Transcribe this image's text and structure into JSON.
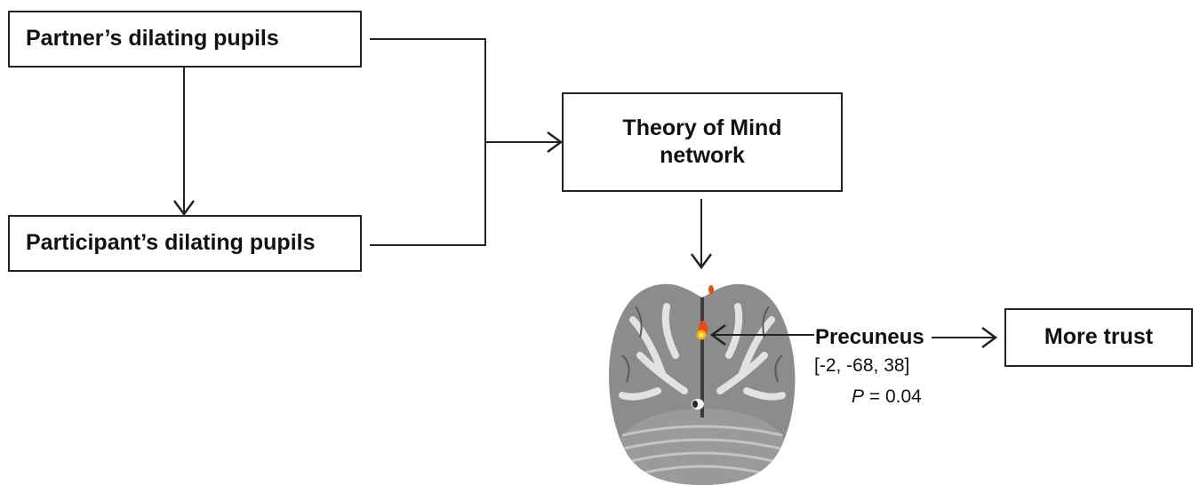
{
  "boxes": {
    "partner": "Partner’s dilating pupils",
    "participant": "Participant’s dilating pupils",
    "tom_line1": "Theory of Mind",
    "tom_line2": "network",
    "trust": "More trust"
  },
  "result": {
    "region": "Precuneus",
    "coordinates": "[-2, -68, 38]",
    "p_symbol": "P",
    "p_rest": " = 0.04"
  },
  "colors": {
    "line": "#222222",
    "brain_gray": "#8c8c8c",
    "activation": "#ff8c00"
  }
}
